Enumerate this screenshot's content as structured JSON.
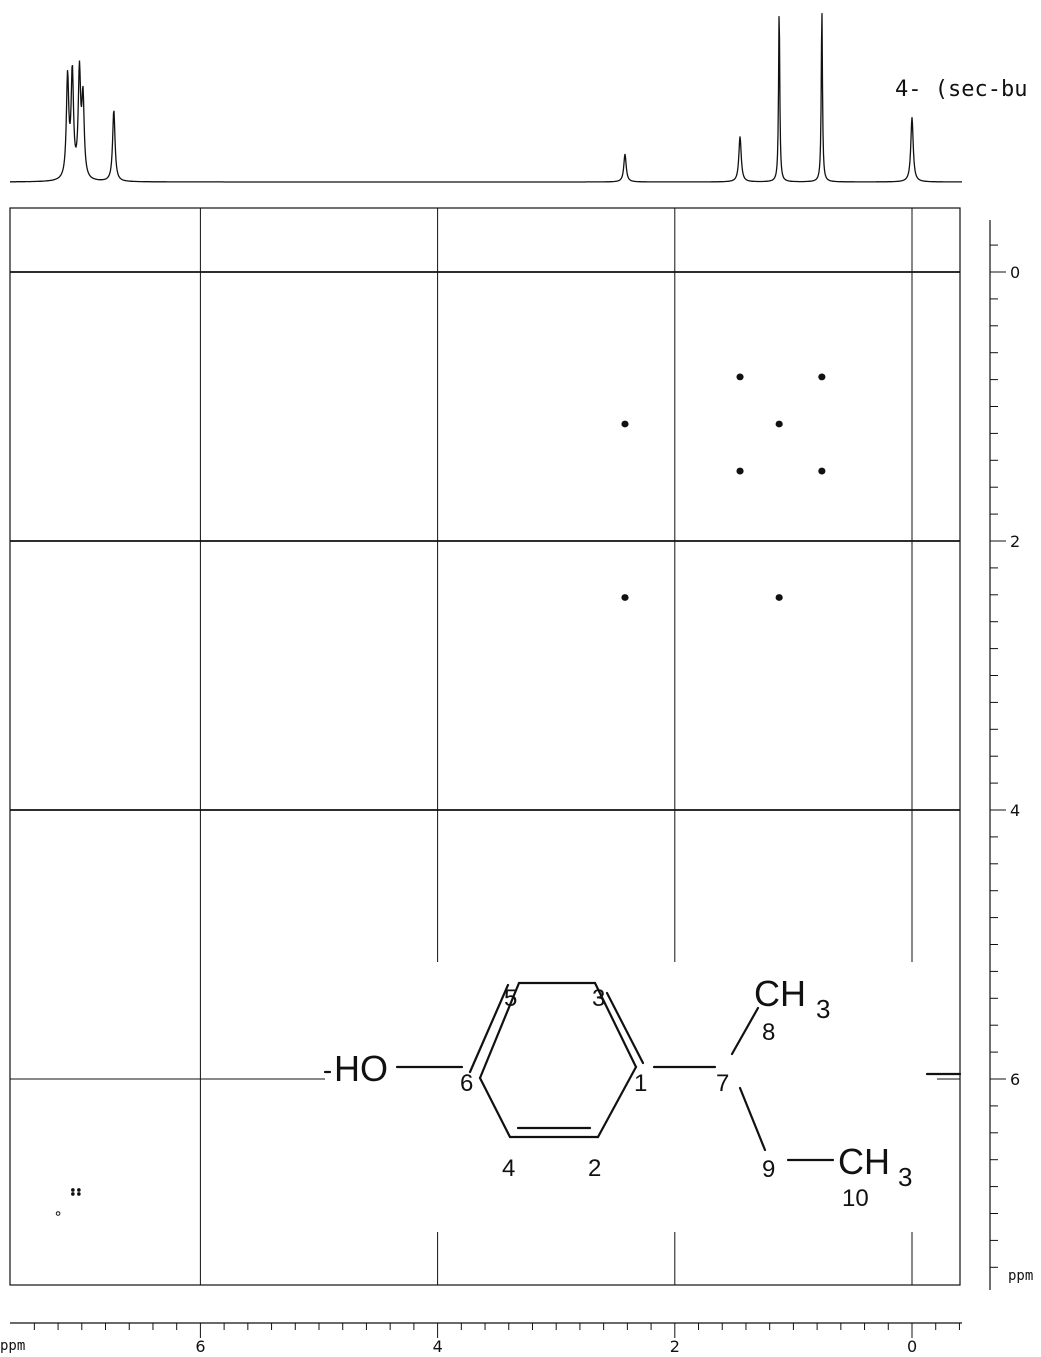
{
  "title": "4- (sec-bu",
  "chart_data": {
    "type": "scatter",
    "subtype": "2D COSY NMR spectrum",
    "x_unit": "ppm",
    "y_unit": "ppm",
    "xlim": [
      7.6,
      -0.4
    ],
    "ylim": [
      -0.4,
      7.6
    ],
    "x_ticks": [
      "6",
      "4",
      "2",
      "0"
    ],
    "x_tick_values": [
      6,
      4,
      2,
      0
    ],
    "y_ticks": [
      "0",
      "2",
      "4",
      "6"
    ],
    "y_tick_values": [
      0,
      2,
      4,
      6
    ],
    "grid": true,
    "projection_1d": {
      "peaks": [
        {
          "ppm": 7.12,
          "height": 0.58
        },
        {
          "ppm": 7.08,
          "height": 0.6
        },
        {
          "ppm": 7.02,
          "height": 0.6
        },
        {
          "ppm": 6.99,
          "height": 0.45
        },
        {
          "ppm": 6.73,
          "height": 0.41
        },
        {
          "ppm": 2.42,
          "height": 0.16
        },
        {
          "ppm": 1.45,
          "height": 0.26
        },
        {
          "ppm": 1.12,
          "height": 1.0
        },
        {
          "ppm": 0.76,
          "height": 1.0
        },
        {
          "ppm": 0.0,
          "height": 0.37
        }
      ]
    },
    "cross_peaks": [
      {
        "x": 1.45,
        "y": 0.78
      },
      {
        "x": 0.76,
        "y": 0.78
      },
      {
        "x": 2.42,
        "y": 1.13
      },
      {
        "x": 1.12,
        "y": 1.13
      },
      {
        "x": 1.45,
        "y": 1.48
      },
      {
        "x": 0.76,
        "y": 1.48
      },
      {
        "x": 2.42,
        "y": 2.42
      },
      {
        "x": 1.12,
        "y": 2.42
      },
      {
        "x": 7.05,
        "y": 6.84
      },
      {
        "x": 7.2,
        "y": 7.0
      }
    ]
  },
  "molecule": {
    "hydroxyl": "HO",
    "methyl_group": "CH",
    "methyl_subscript": "3",
    "atom_numbers": [
      "1",
      "2",
      "3",
      "4",
      "5",
      "6",
      "7",
      "8",
      "9",
      "10"
    ]
  }
}
